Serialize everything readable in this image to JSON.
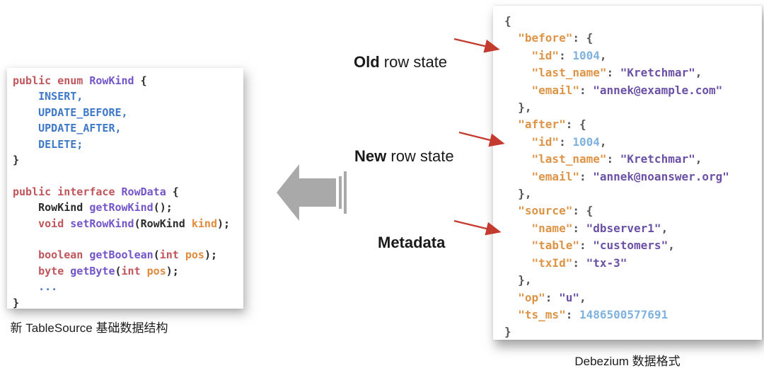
{
  "labels": {
    "old": {
      "bold": "Old",
      "rest": " row state"
    },
    "new": {
      "bold": "New",
      "rest": " row state"
    },
    "metadata": "Metadata"
  },
  "captions": {
    "left": "新 TableSource 基础数据结构",
    "right": "Debezium 数据格式"
  },
  "icons": {
    "block_arrow": "left-block-arrow-icon",
    "red_arrows": [
      "red-arrow-to-before",
      "red-arrow-to-after",
      "red-arrow-to-source"
    ]
  },
  "colors": {
    "keyword_red": "#c0565b",
    "type_purple": "#7355c9",
    "enum_blue": "#3e78c8",
    "param_orange": "#e08a3c",
    "json_key_orange": "#dd9446",
    "json_string_purple": "#6b51a6",
    "json_number_blue": "#7fb2de",
    "red_arrow": "#c23b2e",
    "block_arrow_gray": "#a9a9a9"
  },
  "code_panel": {
    "lines": [
      [
        [
          "k",
          "public enum"
        ],
        [
          "t",
          " RowKind"
        ],
        [
          "p",
          " {"
        ]
      ],
      [
        [
          "e",
          "    INSERT,"
        ]
      ],
      [
        [
          "e",
          "    UPDATE_BEFORE,"
        ]
      ],
      [
        [
          "e",
          "    UPDATE_AFTER,"
        ]
      ],
      [
        [
          "e",
          "    DELETE;"
        ]
      ],
      [
        [
          "p",
          "}"
        ]
      ],
      [],
      [
        [
          "k",
          "public interface"
        ],
        [
          "t",
          " RowData"
        ],
        [
          "p",
          " {"
        ]
      ],
      [
        [
          "p",
          "    RowKind "
        ],
        [
          "t",
          "getRowKind"
        ],
        [
          "p",
          "();"
        ]
      ],
      [
        [
          "k",
          "    void"
        ],
        [
          "t",
          " setRowKind"
        ],
        [
          "p",
          "(RowKind"
        ],
        [
          "o",
          " kind"
        ],
        [
          "p",
          ");"
        ]
      ],
      [],
      [
        [
          "k",
          "    boolean"
        ],
        [
          "t",
          " getBoolean"
        ],
        [
          "p",
          "("
        ],
        [
          "k",
          "int"
        ],
        [
          "o",
          " pos"
        ],
        [
          "p",
          ");"
        ]
      ],
      [
        [
          "k",
          "    byte"
        ],
        [
          "t",
          " getByte"
        ],
        [
          "p",
          "("
        ],
        [
          "k",
          "int"
        ],
        [
          "o",
          " pos"
        ],
        [
          "p",
          ");"
        ]
      ],
      [
        [
          "d",
          "    ..."
        ]
      ],
      [
        [
          "p",
          "}"
        ]
      ]
    ]
  },
  "json_panel": {
    "lines": [
      [
        [
          "pun",
          "{"
        ]
      ],
      [
        [
          "pun",
          "  "
        ],
        [
          "key",
          "\"before\""
        ],
        [
          "pun",
          ": {"
        ]
      ],
      [
        [
          "pun",
          "    "
        ],
        [
          "key",
          "\"id\""
        ],
        [
          "pun",
          ": "
        ],
        [
          "num",
          "1004"
        ],
        [
          "pun",
          ","
        ]
      ],
      [
        [
          "pun",
          "    "
        ],
        [
          "key",
          "\"last_name\""
        ],
        [
          "pun",
          ": "
        ],
        [
          "str",
          "\"Kretchmar\""
        ],
        [
          "pun",
          ","
        ]
      ],
      [
        [
          "pun",
          "    "
        ],
        [
          "key",
          "\"email\""
        ],
        [
          "pun",
          ": "
        ],
        [
          "str",
          "\"annek@example.com\""
        ]
      ],
      [
        [
          "pun",
          "  },"
        ]
      ],
      [
        [
          "pun",
          "  "
        ],
        [
          "key",
          "\"after\""
        ],
        [
          "pun",
          ": {"
        ]
      ],
      [
        [
          "pun",
          "    "
        ],
        [
          "key",
          "\"id\""
        ],
        [
          "pun",
          ": "
        ],
        [
          "num",
          "1004"
        ],
        [
          "pun",
          ","
        ]
      ],
      [
        [
          "pun",
          "    "
        ],
        [
          "key",
          "\"last_name\""
        ],
        [
          "pun",
          ": "
        ],
        [
          "str",
          "\"Kretchmar\""
        ],
        [
          "pun",
          ","
        ]
      ],
      [
        [
          "pun",
          "    "
        ],
        [
          "key",
          "\"email\""
        ],
        [
          "pun",
          ": "
        ],
        [
          "str",
          "\"annek@noanswer.org\""
        ]
      ],
      [
        [
          "pun",
          "  },"
        ]
      ],
      [
        [
          "pun",
          "  "
        ],
        [
          "key",
          "\"source\""
        ],
        [
          "pun",
          ": {"
        ]
      ],
      [
        [
          "pun",
          "    "
        ],
        [
          "key",
          "\"name\""
        ],
        [
          "pun",
          ": "
        ],
        [
          "str",
          "\"dbserver1\""
        ],
        [
          "pun",
          ","
        ]
      ],
      [
        [
          "pun",
          "    "
        ],
        [
          "key",
          "\"table\""
        ],
        [
          "pun",
          ": "
        ],
        [
          "str",
          "\"customers\""
        ],
        [
          "pun",
          ","
        ]
      ],
      [
        [
          "pun",
          "    "
        ],
        [
          "key",
          "\"txId\""
        ],
        [
          "pun",
          ": "
        ],
        [
          "str",
          "\"tx-3\""
        ]
      ],
      [
        [
          "pun",
          "  },"
        ]
      ],
      [
        [
          "pun",
          "  "
        ],
        [
          "key",
          "\"op\""
        ],
        [
          "pun",
          ": "
        ],
        [
          "str",
          "\"u\""
        ],
        [
          "pun",
          ","
        ]
      ],
      [
        [
          "pun",
          "  "
        ],
        [
          "key",
          "\"ts_ms\""
        ],
        [
          "pun",
          ": "
        ],
        [
          "num",
          "1486500577691"
        ]
      ],
      [
        [
          "pun",
          "}"
        ]
      ]
    ]
  }
}
